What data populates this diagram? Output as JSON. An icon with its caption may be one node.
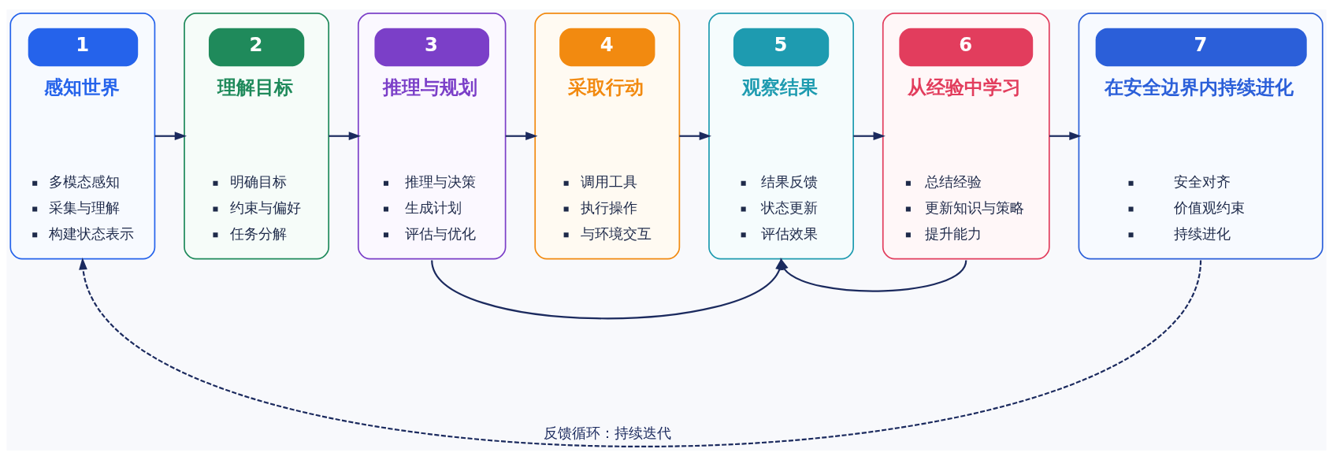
{
  "diagram": {
    "nodes": [
      {
        "text": [
          "1",
          "感知世界",
          "多模态感知",
          "采集与理解",
          "构建状态表示"
        ]
      },
      {
        "text": [
          "2",
          "理解目标",
          "明确目标",
          "约束与偏好",
          "任务分解"
        ]
      },
      {
        "text": [
          "3",
          "推理与规划",
          "推理与决策",
          "生成计划",
          "评估与优化"
        ]
      },
      {
        "text": [
          "4",
          "采取行动",
          "调用工具",
          "执行操作",
          "与环境交互"
        ]
      },
      {
        "text": [
          "5",
          "观察结果",
          "结果反馈",
          "状态更新",
          "评估效果"
        ]
      },
      {
        "text": [
          "6",
          "从经验中学习",
          "总结经验",
          "更新知识与策略",
          "提升能力"
        ]
      },
      {
        "text": [
          "7",
          "在安全边界内持续进化",
          "安全对齐",
          "价值观约束",
          "持续进化"
        ]
      }
    ],
    "edges": [
      {
        "from": 0,
        "to": 1,
        "arrow": "to"
      },
      {
        "from": 1,
        "to": 2,
        "arrow": "to"
      },
      {
        "from": 2,
        "to": 3,
        "arrow": "to"
      },
      {
        "from": 3,
        "to": 4,
        "arrow": "to"
      },
      {
        "from": 4,
        "to": 5,
        "arrow": "to"
      },
      {
        "from": 5,
        "to": 6,
        "arrow": "to"
      },
      {
        "from": 2,
        "to": 4,
        "arrow": "to"
      },
      {
        "from": 5,
        "to": 4,
        "arrow": "to"
      },
      {
        "from": 6,
        "to": 0,
        "arrow": "to",
        "style": "dashed",
        "label": "反馈循环：持续迭代"
      }
    ]
  }
}
